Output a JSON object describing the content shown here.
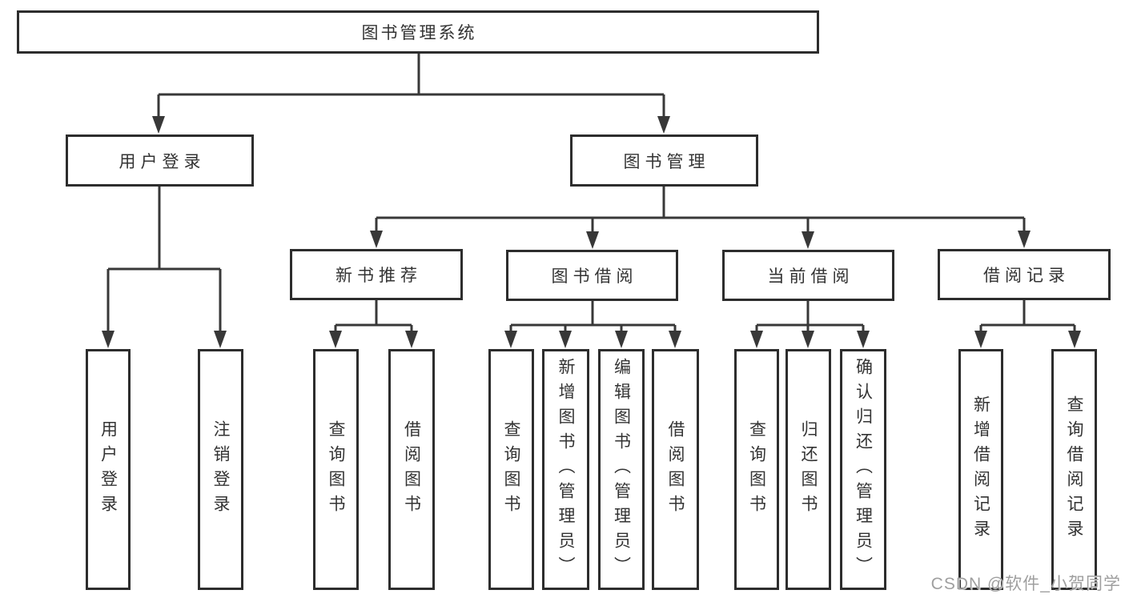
{
  "diagram": {
    "tree": {
      "root": {
        "label": "图书管理系统",
        "children": [
          {
            "label": "用户登录",
            "children": [
              {
                "label": "用户登录"
              },
              {
                "label": "注销登录"
              }
            ]
          },
          {
            "label": "图书管理",
            "children": [
              {
                "label": "新书推荐",
                "children": [
                  {
                    "label": "查询图书"
                  },
                  {
                    "label": "借阅图书"
                  }
                ]
              },
              {
                "label": "图书借阅",
                "children": [
                  {
                    "label": "查询图书"
                  },
                  {
                    "label": "新增图书（管理员）"
                  },
                  {
                    "label": "编辑图书（管理员）"
                  },
                  {
                    "label": "借阅图书"
                  }
                ]
              },
              {
                "label": "当前借阅",
                "children": [
                  {
                    "label": "查询图书"
                  },
                  {
                    "label": "归还图书"
                  },
                  {
                    "label": "确认归还（管理员）"
                  }
                ]
              },
              {
                "label": "借阅记录",
                "children": [
                  {
                    "label": "新增借阅记录"
                  },
                  {
                    "label": "查询借阅记录"
                  }
                ]
              }
            ]
          }
        ]
      }
    }
  },
  "watermark": {
    "text": "CSDN @软件_小贺同学"
  },
  "colors": {
    "line": "#383838",
    "box_border": "#2d2d2d",
    "text": "#333333",
    "watermark": "#9f9f9f",
    "background": "#ffffff"
  }
}
